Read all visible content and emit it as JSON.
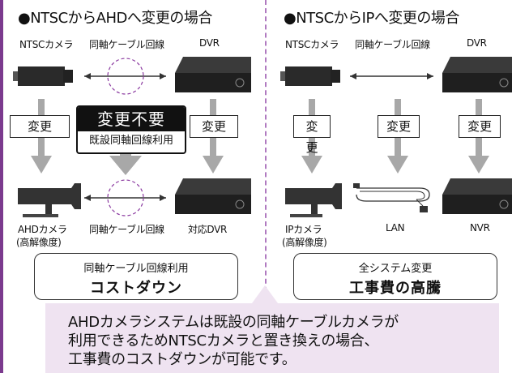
{
  "left": {
    "heading": "●NTSCからAHDへ変更の場合",
    "top_labels": [
      "NTSCカメラ",
      "同軸ケーブル回線",
      "DVR"
    ],
    "change_label": "変更",
    "change_label_2": "変更",
    "nochange_title": "変更不要",
    "nochange_sub": "既設同軸回線利用",
    "bottom_labels": [
      "AHDカメラ",
      "同軸ケーブル回線",
      "対応DVR"
    ],
    "bottom_sub": "(高解像度)",
    "summary_line1": "同軸ケーブル回線利用",
    "summary_line2": "コストダウン"
  },
  "right": {
    "heading": "●NTSCからIPへ変更の場合",
    "top_labels": [
      "NTSCカメラ",
      "同軸ケーブル回線",
      "DVR"
    ],
    "change_label_1": "変更",
    "change_label_2": "変更",
    "change_label_3": "変更",
    "bottom_labels": [
      "IPカメラ",
      "LAN",
      "NVR"
    ],
    "bottom_sub": "(高解像度)",
    "summary_line1": "全システム変更",
    "summary_line2": "工事費の高騰"
  },
  "note": {
    "line1": "AHDカメラシステムは既設の同軸ケーブルカメラが",
    "line2": "利用できるためNTSCカメラと置き換えの場合、",
    "line3": "工事費のコストダウンが可能です。"
  },
  "colors": {
    "accent": "#7b3a8e",
    "note_bg": "#efe3f1",
    "arrow": "#a8a8a8"
  }
}
